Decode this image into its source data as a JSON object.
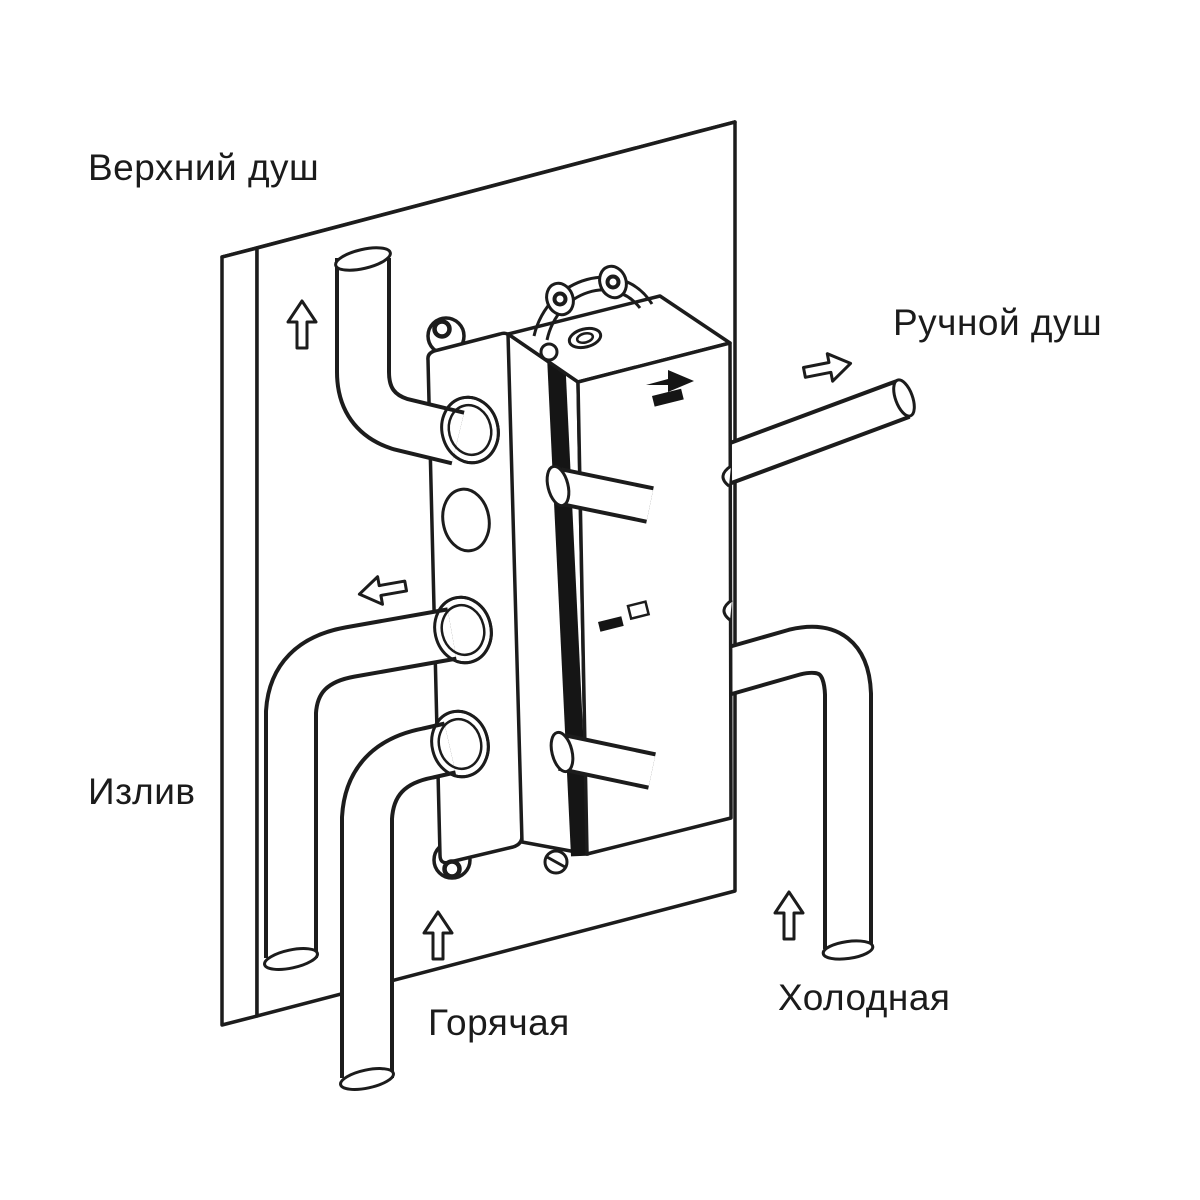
{
  "diagram": {
    "type": "technical-line-diagram",
    "background": "#ffffff",
    "line_color": "#1c1c1c",
    "labels": {
      "top_shower": "Верхний душ",
      "hand_shower": "Ручной душ",
      "spout": "Излив",
      "hot": "Горячая",
      "cold": "Холодная"
    },
    "flow_arrows": [
      {
        "at": "top_shower",
        "direction": "up"
      },
      {
        "at": "hand_shower",
        "direction": "right"
      },
      {
        "at": "spout",
        "direction": "left"
      },
      {
        "at": "hot",
        "direction": "up"
      },
      {
        "at": "cold",
        "direction": "up"
      }
    ]
  }
}
